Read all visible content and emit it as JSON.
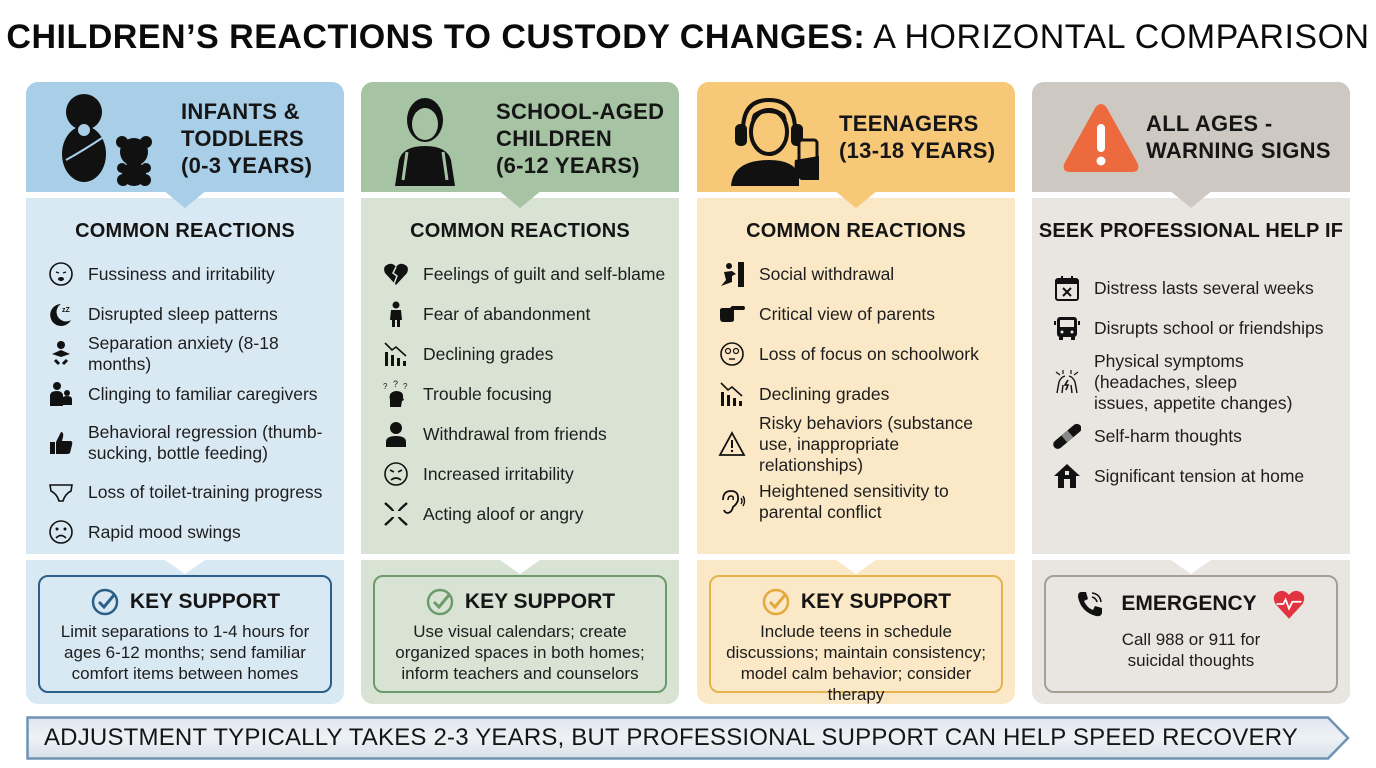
{
  "title": {
    "bold": "CHILDREN’S REACTIONS TO CUSTODY CHANGES:",
    "light": " A HORIZONTAL COMPARISON"
  },
  "colors": {
    "infants": {
      "head": "#a9cfe8",
      "body": "#d9e9f4",
      "border": "#2b5f88"
    },
    "school": {
      "head": "#a6c3a4",
      "body": "#d8e3d4",
      "border": "#6d9a6c"
    },
    "teens": {
      "head": "#f6c878",
      "body": "#fbe8c6",
      "border": "#e4b24f"
    },
    "warning": {
      "head": "#cdc9c2",
      "body": "#e9e6e1",
      "border": "#a59f93"
    },
    "alert_orange": "#ec6a3e",
    "heart_red": "#e23340"
  },
  "columns": [
    {
      "title": "INFANTS & TODDLERS (0-3 YEARS)",
      "title_lines": [
        "INFANTS &",
        "TODDLERS",
        "(0-3 YEARS)"
      ],
      "header_icon": "baby-and-teddy-bear-icon",
      "section_title": "COMMON REACTIONS",
      "items": [
        {
          "icon": "crying-baby-icon",
          "text": "Fussiness and irritability"
        },
        {
          "icon": "moon-sleep-icon",
          "text": "Disrupted sleep patterns"
        },
        {
          "icon": "baby-figure-icon",
          "text": "Separation anxiety (8-18 months)"
        },
        {
          "icon": "parent-hugging-child-icon",
          "text": "Clinging to familiar caregivers"
        },
        {
          "icon": "thumbs-up-icon",
          "text": "Behavioral regression (thumb-sucking, bottle feeding)"
        },
        {
          "icon": "diaper-icon",
          "text": "Loss of toilet-training progress"
        },
        {
          "icon": "sad-face-icon",
          "text": "Rapid mood swings"
        }
      ],
      "support_title": "KEY SUPPORT",
      "support_icon": "check-circle-icon",
      "support_text": "Limit separations to 1-4 hours for ages 6-12 months; send familiar comfort items between homes"
    },
    {
      "title": "SCHOOL-AGED CHILDREN (6-12 YEARS)",
      "title_lines": [
        "SCHOOL-AGED",
        "CHILDREN",
        "(6-12 YEARS)"
      ],
      "header_icon": "child-with-backpack-icon",
      "section_title": "COMMON REACTIONS",
      "items": [
        {
          "icon": "broken-heart-icon",
          "text": "Feelings of guilt and self-blame"
        },
        {
          "icon": "child-hugging-self-icon",
          "text": "Fear of abandonment"
        },
        {
          "icon": "declining-chart-icon",
          "text": "Declining grades"
        },
        {
          "icon": "confused-head-icon",
          "text": "Trouble focusing"
        },
        {
          "icon": "sad-person-icon",
          "text": "Withdrawal from friends"
        },
        {
          "icon": "angry-face-icon",
          "text": "Increased irritability"
        },
        {
          "icon": "anger-symbol-icon",
          "text": "Acting aloof or angry"
        }
      ],
      "support_title": "KEY SUPPORT",
      "support_icon": "check-circle-icon",
      "support_text": "Use visual calendars; create organized spaces in both homes; inform teachers and counselors"
    },
    {
      "title": "TEENAGERS (13-18 YEARS)",
      "title_lines": [
        "TEENAGERS",
        "(13-18 YEARS)"
      ],
      "header_icon": "teen-with-headphones-and-phone-icon",
      "section_title": "COMMON REACTIONS",
      "items": [
        {
          "icon": "person-at-door-icon",
          "text": "Social withdrawal"
        },
        {
          "icon": "pointing-hand-icon",
          "text": "Critical view of parents"
        },
        {
          "icon": "eye-roll-face-icon",
          "text": "Loss of focus on schoolwork"
        },
        {
          "icon": "declining-chart-icon",
          "text": "Declining grades"
        },
        {
          "icon": "warning-triangle-icon",
          "text": "Risky behaviors (substance use, inappropriate relationships)"
        },
        {
          "icon": "ear-listening-icon",
          "text": "Heightened sensitivity to parental conflict"
        }
      ],
      "support_title": "KEY SUPPORT",
      "support_icon": "check-circle-icon",
      "support_text": "Include teens in schedule discussions; maintain consistency; model calm behavior; consider therapy"
    },
    {
      "title": "ALL AGES - WARNING SIGNS",
      "title_lines": [
        "ALL AGES -",
        "WARNING SIGNS"
      ],
      "header_icon": "alert-triangle-icon",
      "section_title": "SEEK PROFESSIONAL HELP IF",
      "items": [
        {
          "icon": "calendar-x-icon",
          "text": "Distress lasts several weeks"
        },
        {
          "icon": "school-bus-icon",
          "text": "Disrupts school or friendships"
        },
        {
          "icon": "body-pain-icon",
          "text": "Physical symptoms (headaches, sleep issues, appetite changes)"
        },
        {
          "icon": "bandage-icon",
          "text": "Self-harm thoughts"
        },
        {
          "icon": "house-icon",
          "text": "Significant tension at home"
        }
      ],
      "support_title": "EMERGENCY",
      "support_icon": "phone-icon",
      "support_icon_right": "heart-pulse-icon",
      "support_text": "Call 988 or 911 for suicidal thoughts"
    }
  ],
  "banner": {
    "text": "ADJUSTMENT TYPICALLY TAKES 2-3 YEARS, BUT PROFESSIONAL SUPPORT CAN HELP SPEED RECOVERY"
  }
}
